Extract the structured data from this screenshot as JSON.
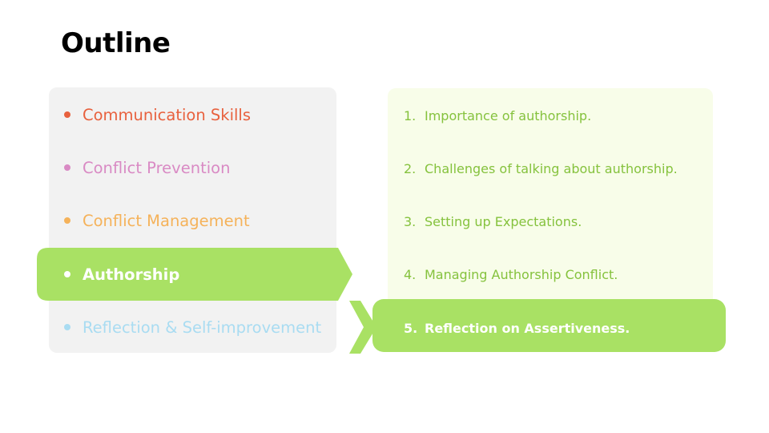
{
  "slide": {
    "title": "Outline"
  },
  "topics": [
    {
      "label": "Communication Skills",
      "color": "#e8613e"
    },
    {
      "label": "Conflict Prevention",
      "color": "#d98ac4"
    },
    {
      "label": "Conflict Management",
      "color": "#f5b25a"
    },
    {
      "label": "Authorship",
      "color": "#ffffff",
      "active": true
    },
    {
      "label": "Reflection & Self-improvement",
      "color": "#a9dcf2"
    }
  ],
  "subtopics": [
    {
      "num": "1.",
      "label": "Importance of authorship."
    },
    {
      "num": "2.",
      "label": "Challenges of talking about authorship."
    },
    {
      "num": "3.",
      "label": "Setting up Expectations."
    },
    {
      "num": "4.",
      "label": "Managing Authorship Conflict."
    },
    {
      "num": "5.",
      "label": "Reflection on Assertiveness.",
      "active": true
    }
  ],
  "colors": {
    "accent_green": "#a9e164",
    "subtopic_text": "#85c23d",
    "left_panel_bg": "#f2f2f2",
    "right_panel_bg": "#f8fde9"
  }
}
